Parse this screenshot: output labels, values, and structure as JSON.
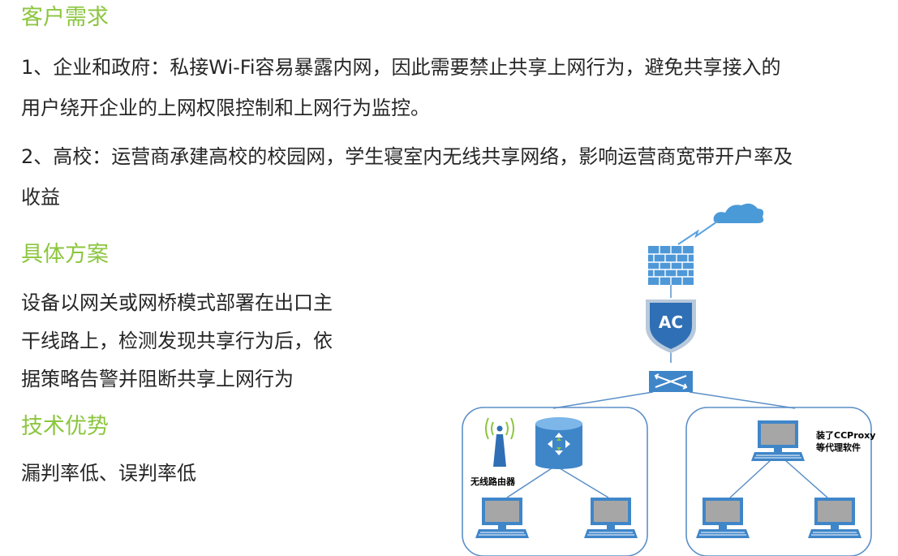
{
  "sections": {
    "requirements": {
      "title": "客户需求",
      "items": [
        {
          "line1": "1、企业和政府：私接Wi-Fi容易暴露内网，因此需要禁止共享上网行为，避免共享接入的",
          "line2": "用户绕开企业的上网权限控制和上网行为监控。"
        },
        {
          "line1": "2、高校：运营商承建高校的校园网，学生寝室内无线共享网络，影响运营商宽带开户率及",
          "line2": "收益"
        }
      ]
    },
    "solution": {
      "title": "具体方案",
      "lines": [
        "设备以网关或网桥模式部署在出口主",
        "干线路上，检测发现共享行为后，依",
        "据策略告警并阻断共享上网行为"
      ]
    },
    "advantage": {
      "title": "技术优势",
      "text": "漏判率低、误判率低"
    }
  },
  "diagram": {
    "ac_label": "AC",
    "router_label": "无线路由器",
    "proxy_label_line1": "装了CCProxy",
    "proxy_label_line2": "等代理软件",
    "colors": {
      "accent_green": "#8cc63f",
      "network_blue": "#3f86c9",
      "line_blue": "#5b8fc7",
      "cloud_blue": "#4a9ad8"
    }
  }
}
